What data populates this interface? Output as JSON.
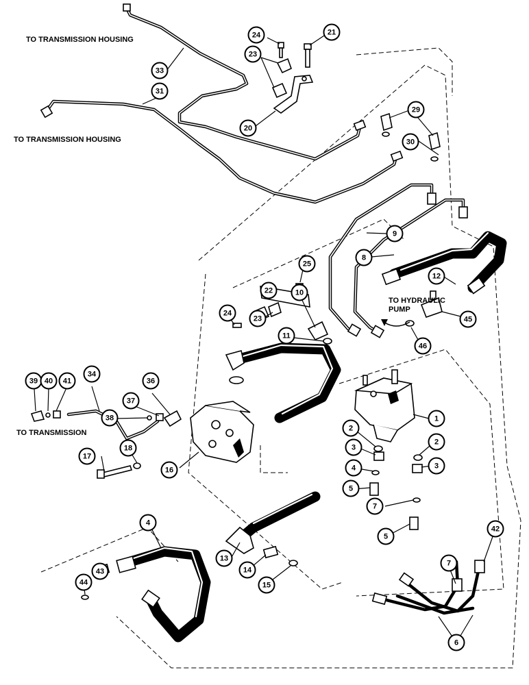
{
  "labels": {
    "to_transmission_housing_top": "TO TRANSMISSION HOUSING",
    "to_transmission_housing_mid": "TO TRANSMISSION HOUSING",
    "to_hydraulic_pump_line1": "TO HYDRAULIC",
    "to_hydraulic_pump_line2": "PUMP",
    "to_transmission": "TO TRANSMISSION"
  },
  "callouts": [
    "24",
    "21",
    "23",
    "33",
    "31",
    "29",
    "20",
    "30",
    "9",
    "8",
    "25",
    "12",
    "22",
    "10",
    "24",
    "23",
    "45",
    "46",
    "11",
    "39",
    "40",
    "41",
    "34",
    "36",
    "37",
    "38",
    "1",
    "2",
    "2",
    "3",
    "3",
    "4",
    "17",
    "18",
    "16",
    "5",
    "4",
    "42",
    "7",
    "5",
    "7",
    "13",
    "14",
    "44",
    "43",
    "15",
    "6"
  ]
}
